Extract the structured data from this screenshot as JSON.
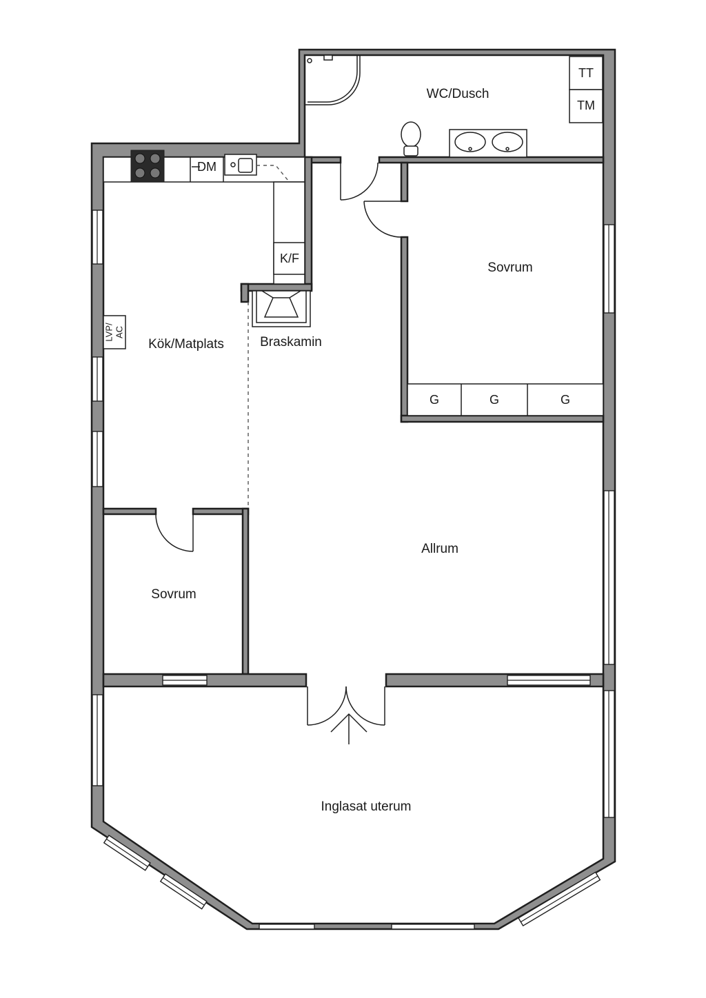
{
  "rooms": {
    "wc_dusch": "WC/Dusch",
    "sovrum_large": "Sovrum",
    "kok_matplats": "Kök/Matplats",
    "braskamin": "Braskamin",
    "allrum": "Allrum",
    "sovrum_small": "Sovrum",
    "inglasat_uterum": "Inglasat uterum"
  },
  "fixtures": {
    "tt": "TT",
    "tm": "TM",
    "dm": "DM",
    "kf": "K/F",
    "lvp_line1": "LVP/",
    "lvp_line2": "AC",
    "wardrobe_1": "G",
    "wardrobe_2": "G",
    "wardrobe_3": "G"
  }
}
